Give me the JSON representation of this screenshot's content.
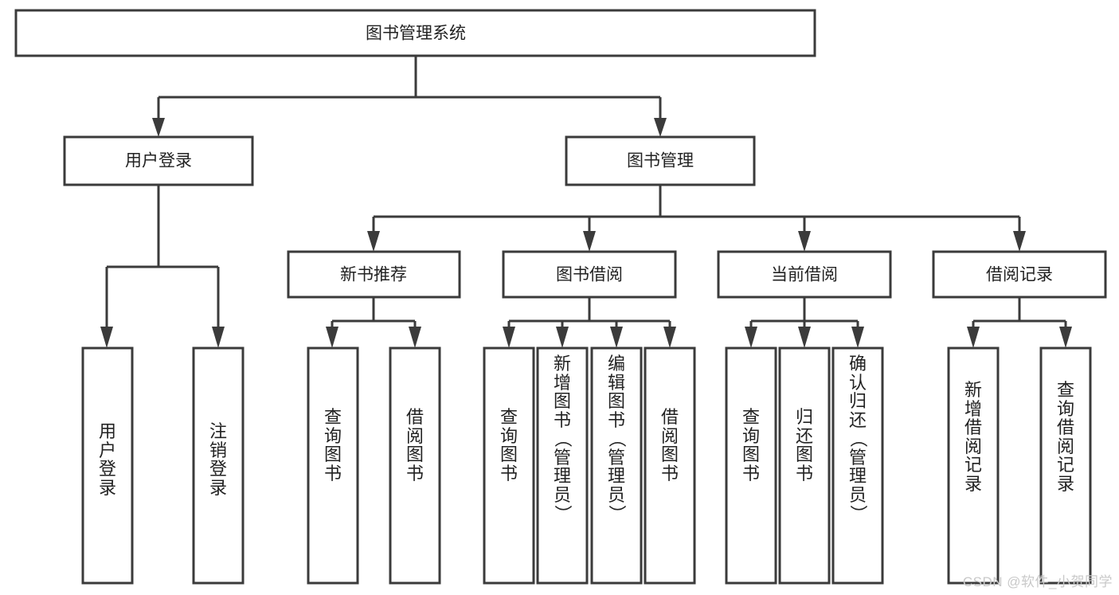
{
  "diagram": {
    "title": "图书管理系统",
    "root": {
      "label": "图书管理系统"
    },
    "level2": [
      {
        "label": "用户登录"
      },
      {
        "label": "图书管理"
      }
    ],
    "level3": [
      {
        "label": "新书推荐"
      },
      {
        "label": "图书借阅"
      },
      {
        "label": "当前借阅"
      },
      {
        "label": "借阅记录"
      }
    ],
    "leaves": {
      "user_login": [
        {
          "label": "用户登录"
        },
        {
          "label": "注销登录"
        }
      ],
      "new_book_recommend": [
        {
          "label": "查询图书"
        },
        {
          "label": "借阅图书"
        }
      ],
      "book_borrow": [
        {
          "label": "查询图书"
        },
        {
          "label": "新增图书（管理员）"
        },
        {
          "label": "编辑图书（管理员）"
        },
        {
          "label": "借阅图书"
        }
      ],
      "current_borrow": [
        {
          "label": "查询图书"
        },
        {
          "label": "归还图书"
        },
        {
          "label": "确认归还（管理员）"
        }
      ],
      "borrow_record": [
        {
          "label": "新增借阅记录"
        },
        {
          "label": "查询借阅记录"
        }
      ]
    }
  },
  "watermark": {
    "text": "CSDN @软件_小贺同学"
  },
  "colors": {
    "box_stroke": "#3b3b3b",
    "box_fill": "#ffffff",
    "text": "#222222",
    "watermark": "#c9c9c9",
    "background": "#ffffff"
  }
}
